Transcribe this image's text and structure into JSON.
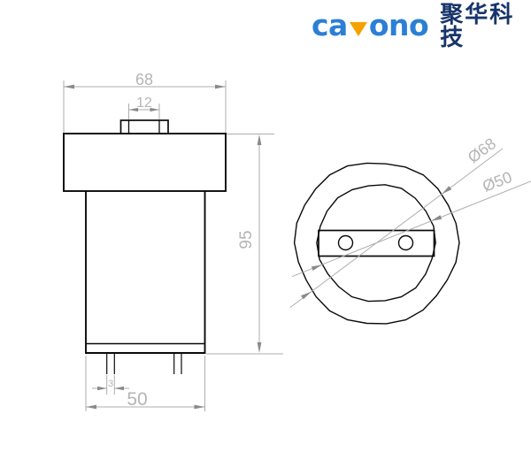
{
  "logo": {
    "brand_full": "cavono",
    "brand_prefix": "ca",
    "brand_suffix": "ono",
    "company_cjk": "聚华科技",
    "brand_color": "#2b7fd6",
    "v_color": "#f5a200",
    "cjk_color": "#17356b"
  },
  "drawing": {
    "line_color": "#0a0a0a",
    "dim_line_color": "#aeaeae",
    "dim_arrow_color": "#8a8a8a",
    "dim_text_color": "#b5b5b5",
    "front_view": {
      "dim_top_width": "68",
      "dim_nub_width": "12",
      "dim_height": "95",
      "dim_pin_width": "3",
      "dim_bottom_width": "50"
    },
    "top_view": {
      "dim_outer_diameter": "Ø68",
      "dim_inner_diameter": "Ø50"
    }
  }
}
